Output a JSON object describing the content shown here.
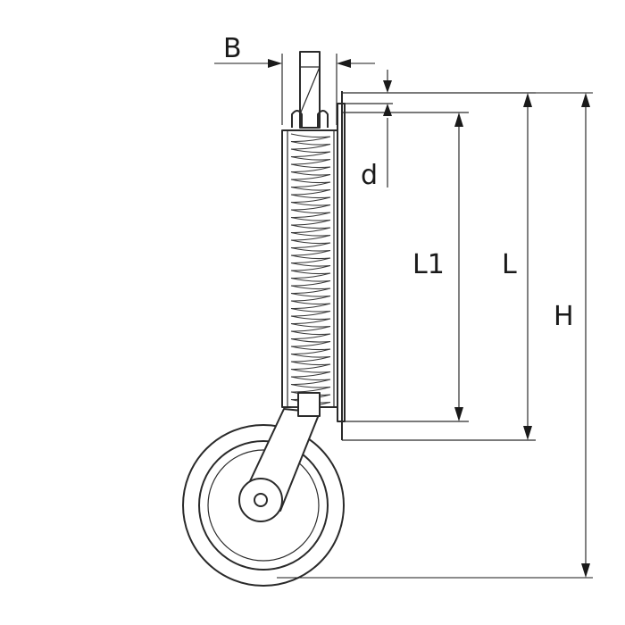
{
  "labels": {
    "B": "B",
    "d": "d",
    "L1": "L1",
    "L": "L",
    "H": "H"
  },
  "colors": {
    "line": "#2a2a2a",
    "background": "#ffffff"
  }
}
